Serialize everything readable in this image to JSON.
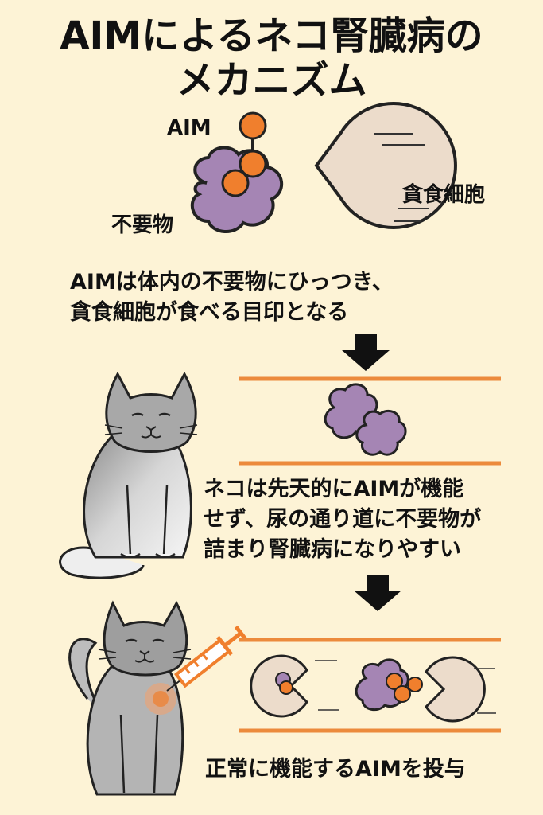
{
  "title": {
    "line1": "AIMによるネコ腎臓病の",
    "line2": "メカニズム"
  },
  "labels": {
    "aim": "AIM",
    "waste": "不要物",
    "macrophage": "貪食細胞"
  },
  "text": {
    "step1_line1": "AIMは体内の不要物にひっつき、",
    "step1_line2": "貪食細胞が食べる目印となる",
    "step2_line1": "ネコは先天的にAIMが機能",
    "step2_line2": "せず、尿の通り道に不要物が",
    "step2_line3": "詰まり腎臓病になりやすい",
    "step3": "正常に機能するAIMを投与"
  },
  "colors": {
    "background": "#fdf3d6",
    "aim_orange": "#f07f2d",
    "waste_purple": "#a585b4",
    "cell_beige": "#ecdccb",
    "tube_orange": "#ec8a3c"
  }
}
